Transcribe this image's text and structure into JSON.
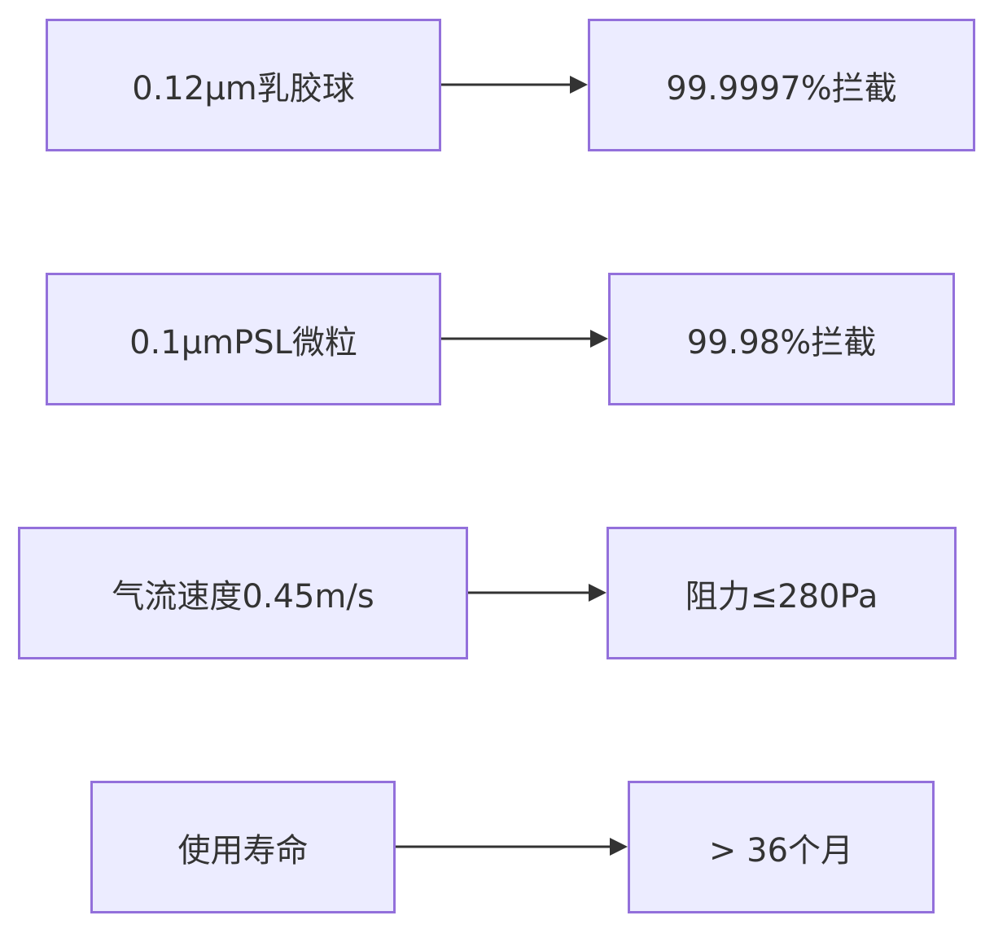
{
  "rows": [
    {
      "source": "0.12μm乳胶球",
      "target": "99.9997%拦截"
    },
    {
      "source": "0.1μmPSL微粒",
      "target": "99.98%拦截"
    },
    {
      "source": "气流速度0.45m/s",
      "target": "阻力≤280Pa"
    },
    {
      "source": "使用寿命",
      "target": "> 36个月"
    }
  ],
  "colors": {
    "node_fill": "#ececff",
    "node_border": "#9370db",
    "edge": "#333333",
    "text": "#333333"
  }
}
